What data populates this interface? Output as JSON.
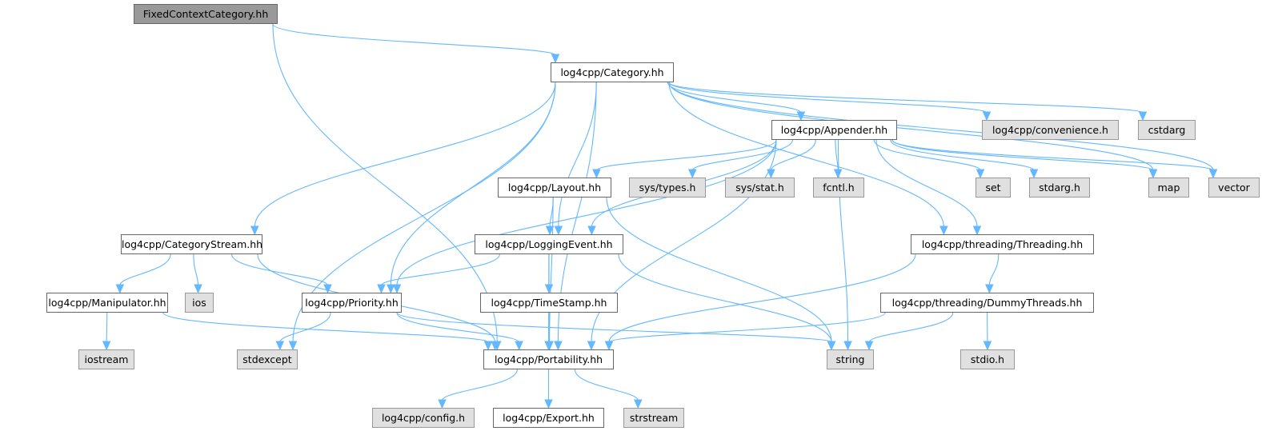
{
  "diagram": {
    "title": "Include dependency graph",
    "edge_color": "#63b8ff",
    "nodes": [
      {
        "id": "fcc",
        "label": "FixedContextCategory.hh",
        "kind": "root"
      },
      {
        "id": "cat",
        "label": "log4cpp/Category.hh",
        "kind": "file"
      },
      {
        "id": "app",
        "label": "log4cpp/Appender.hh",
        "kind": "file"
      },
      {
        "id": "conv",
        "label": "log4cpp/convenience.h",
        "kind": "sys"
      },
      {
        "id": "cstdarg",
        "label": "cstdarg",
        "kind": "sys"
      },
      {
        "id": "layout",
        "label": "log4cpp/Layout.hh",
        "kind": "file"
      },
      {
        "id": "systypes",
        "label": "sys/types.h",
        "kind": "sys"
      },
      {
        "id": "sysstat",
        "label": "sys/stat.h",
        "kind": "sys"
      },
      {
        "id": "fcntl",
        "label": "fcntl.h",
        "kind": "sys"
      },
      {
        "id": "set",
        "label": "set",
        "kind": "sys"
      },
      {
        "id": "stdargh",
        "label": "stdarg.h",
        "kind": "sys"
      },
      {
        "id": "map",
        "label": "map",
        "kind": "sys"
      },
      {
        "id": "vector",
        "label": "vector",
        "kind": "sys"
      },
      {
        "id": "catstream",
        "label": "log4cpp/CategoryStream.hh",
        "kind": "file"
      },
      {
        "id": "logev",
        "label": "log4cpp/LoggingEvent.hh",
        "kind": "file"
      },
      {
        "id": "threading",
        "label": "log4cpp/threading/Threading.hh",
        "kind": "file"
      },
      {
        "id": "manip",
        "label": "log4cpp/Manipulator.hh",
        "kind": "file"
      },
      {
        "id": "ios",
        "label": "ios",
        "kind": "sys"
      },
      {
        "id": "prio",
        "label": "log4cpp/Priority.hh",
        "kind": "file"
      },
      {
        "id": "ts",
        "label": "log4cpp/TimeStamp.hh",
        "kind": "file"
      },
      {
        "id": "dummy",
        "label": "log4cpp/threading/DummyThreads.hh",
        "kind": "file"
      },
      {
        "id": "iostream",
        "label": "iostream",
        "kind": "sys"
      },
      {
        "id": "stdexcept",
        "label": "stdexcept",
        "kind": "sys"
      },
      {
        "id": "port",
        "label": "log4cpp/Portability.hh",
        "kind": "file"
      },
      {
        "id": "string",
        "label": "string",
        "kind": "sys"
      },
      {
        "id": "stdio",
        "label": "stdio.h",
        "kind": "sys"
      },
      {
        "id": "config",
        "label": "log4cpp/config.h",
        "kind": "sys"
      },
      {
        "id": "export",
        "label": "log4cpp/Export.hh",
        "kind": "file"
      },
      {
        "id": "strstream",
        "label": "strstream",
        "kind": "sys"
      }
    ],
    "edges": [
      [
        "fcc",
        "cat"
      ],
      [
        "fcc",
        "port"
      ],
      [
        "cat",
        "app"
      ],
      [
        "cat",
        "conv"
      ],
      [
        "cat",
        "cstdarg"
      ],
      [
        "cat",
        "map"
      ],
      [
        "cat",
        "vector"
      ],
      [
        "cat",
        "catstream"
      ],
      [
        "cat",
        "logev"
      ],
      [
        "cat",
        "prio"
      ],
      [
        "cat",
        "port"
      ],
      [
        "cat",
        "stdexcept"
      ],
      [
        "cat",
        "threading"
      ],
      [
        "app",
        "layout"
      ],
      [
        "app",
        "systypes"
      ],
      [
        "app",
        "sysstat"
      ],
      [
        "app",
        "fcntl"
      ],
      [
        "app",
        "set"
      ],
      [
        "app",
        "stdargh"
      ],
      [
        "app",
        "map"
      ],
      [
        "app",
        "vector"
      ],
      [
        "app",
        "logev"
      ],
      [
        "app",
        "prio"
      ],
      [
        "app",
        "port"
      ],
      [
        "app",
        "threading"
      ],
      [
        "app",
        "string"
      ],
      [
        "layout",
        "logev"
      ],
      [
        "layout",
        "port"
      ],
      [
        "layout",
        "string"
      ],
      [
        "catstream",
        "manip"
      ],
      [
        "catstream",
        "ios"
      ],
      [
        "catstream",
        "prio"
      ],
      [
        "catstream",
        "port"
      ],
      [
        "logev",
        "prio"
      ],
      [
        "logev",
        "ts"
      ],
      [
        "logev",
        "port"
      ],
      [
        "logev",
        "string"
      ],
      [
        "threading",
        "dummy"
      ],
      [
        "threading",
        "port"
      ],
      [
        "manip",
        "iostream"
      ],
      [
        "manip",
        "port"
      ],
      [
        "prio",
        "stdexcept"
      ],
      [
        "prio",
        "port"
      ],
      [
        "prio",
        "string"
      ],
      [
        "ts",
        "port"
      ],
      [
        "dummy",
        "port"
      ],
      [
        "dummy",
        "string"
      ],
      [
        "dummy",
        "stdio"
      ],
      [
        "port",
        "config"
      ],
      [
        "port",
        "export"
      ],
      [
        "port",
        "strstream"
      ]
    ]
  }
}
